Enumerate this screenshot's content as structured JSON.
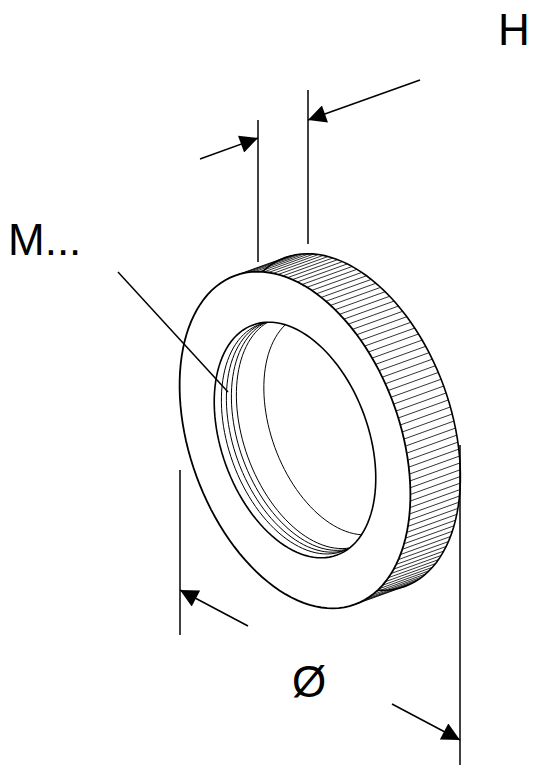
{
  "diagram": {
    "labels": [
      "H",
      "M...",
      "Ø"
    ]
  }
}
